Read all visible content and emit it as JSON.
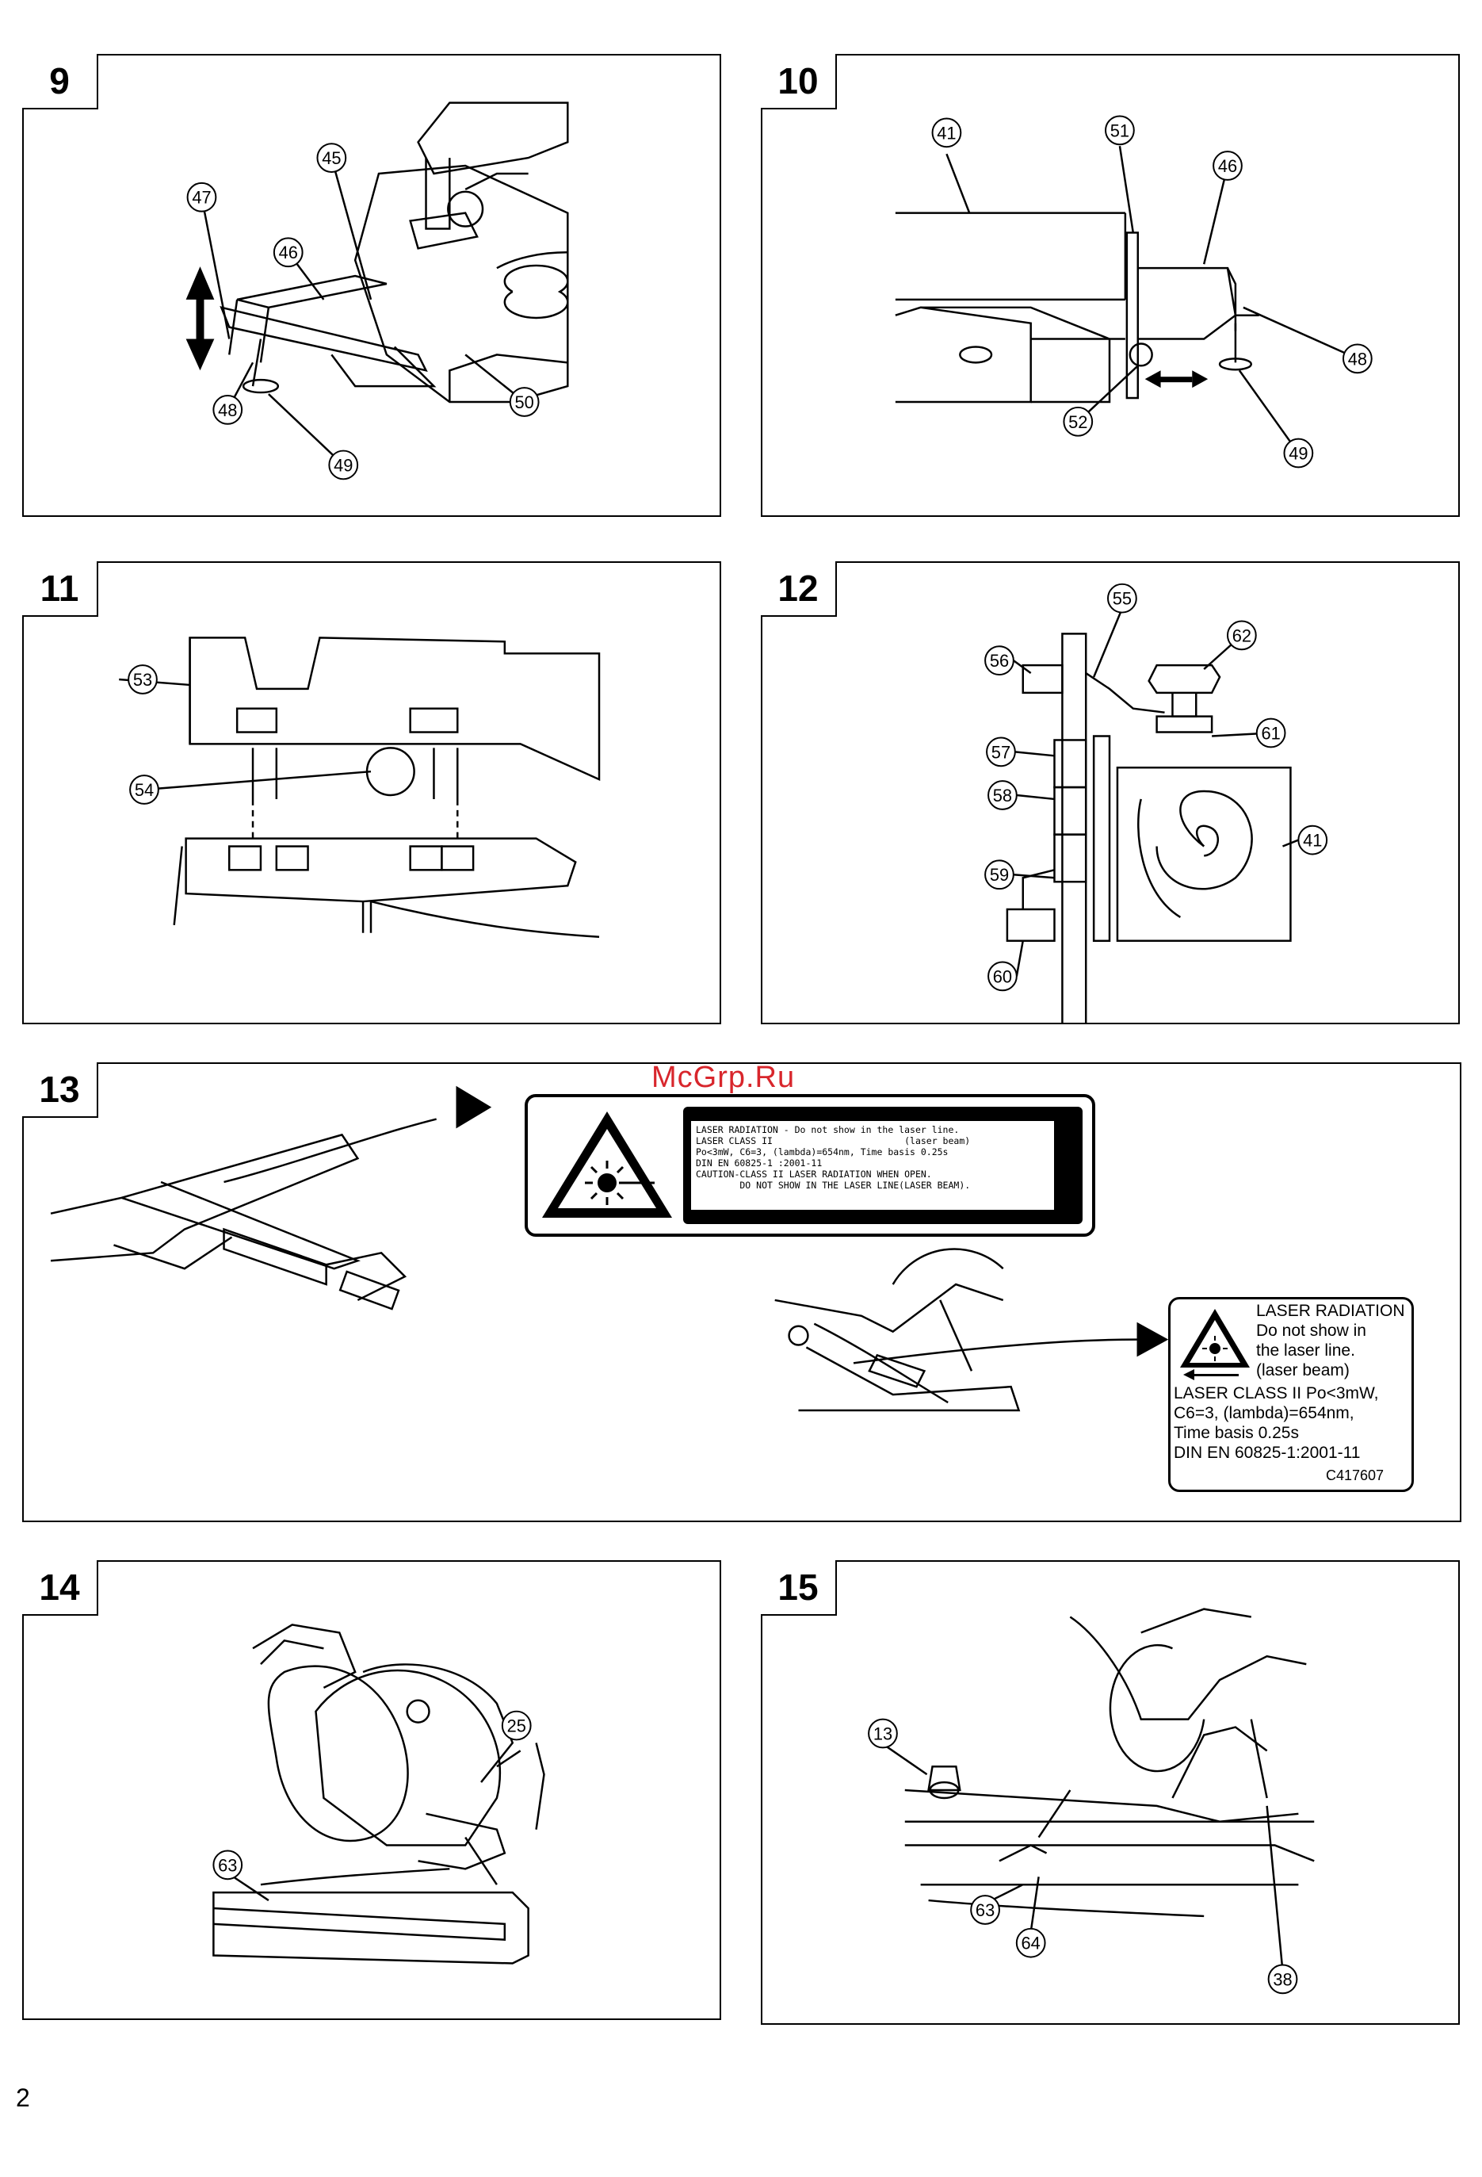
{
  "page": {
    "number": "2",
    "watermark": "McGrp.Ru"
  },
  "panels": [
    {
      "id": "9",
      "callouts": [
        "45",
        "47",
        "46",
        "48",
        "49",
        "50"
      ]
    },
    {
      "id": "10",
      "callouts": [
        "41",
        "51",
        "46",
        "48",
        "49",
        "52"
      ]
    },
    {
      "id": "11",
      "callouts": [
        "53",
        "54"
      ]
    },
    {
      "id": "12",
      "callouts": [
        "55",
        "62",
        "56",
        "61",
        "57",
        "58",
        "41",
        "59",
        "60"
      ]
    },
    {
      "id": "13",
      "callouts": []
    },
    {
      "id": "14",
      "callouts": [
        "25",
        "63"
      ]
    },
    {
      "id": "15",
      "callouts": [
        "13",
        "63",
        "64",
        "38"
      ]
    }
  ],
  "laser_label_1": {
    "lines": [
      "LASER RADIATION - Do not show in the laser line.",
      "LASER CLASS II                        (laser beam)",
      "Po<3mW, C6=3, (lambda)=654nm, Time basis 0.25s",
      "DIN EN 60825-1 :2001-11",
      "CAUTION-CLASS II LASER RADIATION WHEN OPEN.",
      "        DO NOT SHOW IN THE LASER LINE(LASER BEAM)."
    ]
  },
  "laser_label_2": {
    "title": "LASER RADIATION",
    "warning": [
      "Do not show in",
      "the laser line.",
      "(laser beam)"
    ],
    "spec": [
      "LASER CLASS II Po<3mW,",
      "C6=3, (lambda)=654nm,",
      "Time basis 0.25s",
      "DIN EN 60825-1:2001-11"
    ],
    "code": "C417607"
  },
  "icons": [
    "double-arrow-vertical-icon",
    "double-arrow-horizontal-icon",
    "laser-warning-icon",
    "arrow-right-icon"
  ]
}
